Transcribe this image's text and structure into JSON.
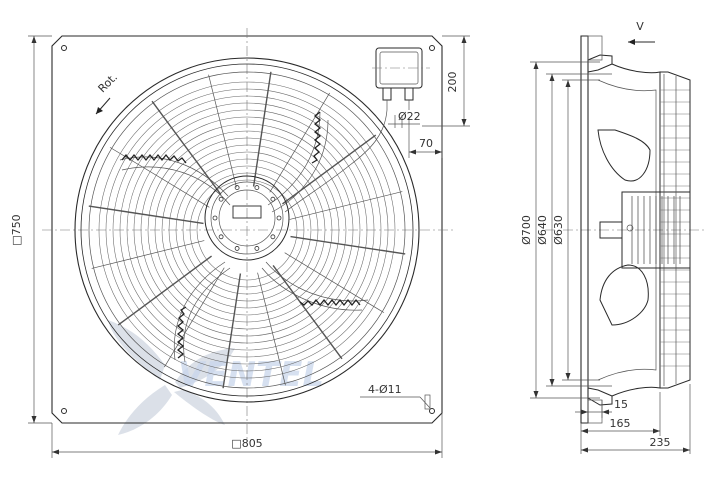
{
  "front_view": {
    "rotation_label": "Rot.",
    "height_dim": "□750",
    "width_dim": "□805",
    "box_height_dim": "200",
    "box_offset_dim": "70",
    "cable_gland_dim": "Ø22",
    "holes_dim": "4-Ø11"
  },
  "side_view": {
    "airflow_label": "V",
    "diameter_outer": "Ø700",
    "diameter_mid": "Ø640",
    "diameter_inner": "Ø630",
    "depth_small": "15",
    "depth_mid": "165",
    "depth_total": "235"
  },
  "watermark": {
    "text": "VENTEL"
  }
}
